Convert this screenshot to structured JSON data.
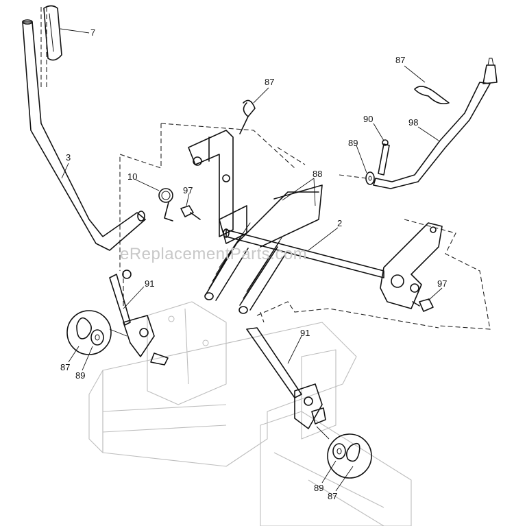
{
  "watermark": "eReplacementParts.com",
  "callouts": {
    "lever_grip": "7",
    "lift_lever": "3",
    "spring_small": "10",
    "bolt_left": "97",
    "clip_top": "87",
    "extension_springs": "88",
    "lift_shaft": "2",
    "bolt_right": "97",
    "clip_right_top": "87",
    "cotter_pin": "90",
    "washer_right_top": "89",
    "lift_rod": "98",
    "link_left": "91",
    "clip_left_inset": "87",
    "washer_left_inset": "89",
    "link_right": "91",
    "washer_right_inset": "89",
    "clip_right_inset": "87"
  }
}
